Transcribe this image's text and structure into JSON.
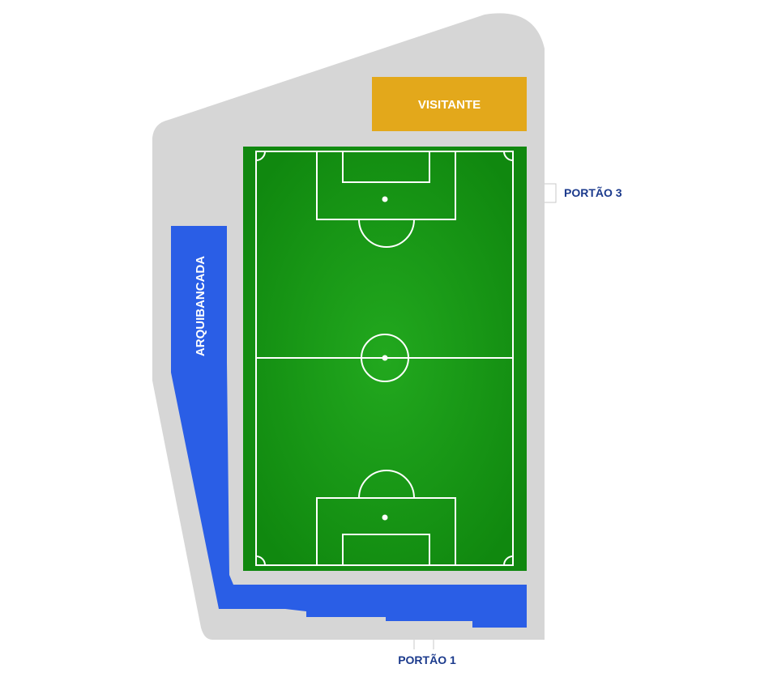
{
  "sections": {
    "visitante": {
      "label": "VISITANTE",
      "color": "#e3a81b"
    },
    "arquibancada": {
      "label": "ARQUIBANCADA",
      "color": "#2a5ee6"
    }
  },
  "gates": {
    "portao3": {
      "label": "PORTÃO 3"
    },
    "portao1": {
      "label": "PORTÃO 1"
    }
  },
  "colors": {
    "stadium_area": "#d6d6d6",
    "pitch_light": "#20a61f",
    "pitch_dark": "#128b12",
    "lines": "#ffffff",
    "gate_label": "#1b3a8c"
  }
}
